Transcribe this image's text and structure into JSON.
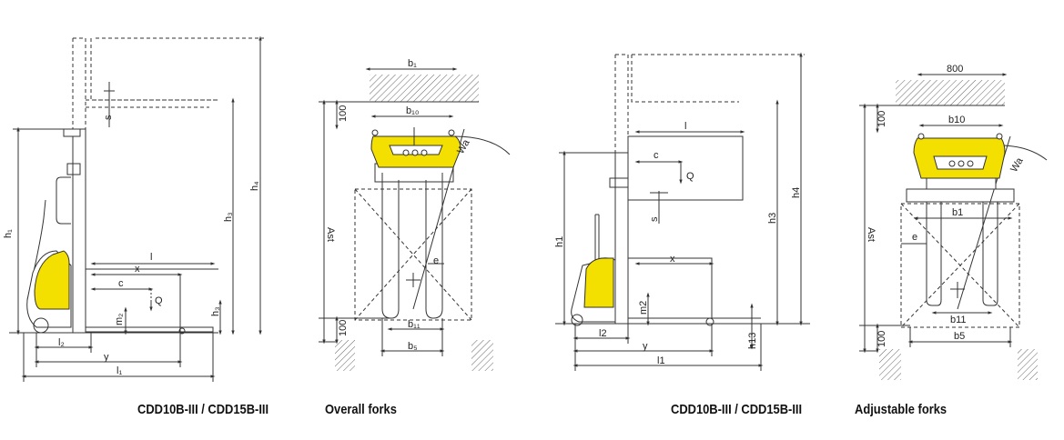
{
  "captions": {
    "left_model": "CDD10B-III / CDD15B-III",
    "left_type": "Overall forks",
    "right_model": "CDD10B-III / CDD15B-III",
    "right_type": "Adjustable forks"
  },
  "colors": {
    "body": "#f3e000",
    "line": "#333333",
    "hatch": "#666666"
  },
  "left_side": {
    "h1": "h₁",
    "h3": "h₃",
    "h4": "h₄",
    "h13": "h₃",
    "l": "l",
    "x": "x",
    "c": "c",
    "q": "Q",
    "s": "s",
    "m2": "m₂",
    "l2": "l₂",
    "y": "y",
    "l1": "l₁"
  },
  "left_front": {
    "b1": "b₁",
    "b10": "b₁₀",
    "wa": "Wa",
    "clear_top": "100",
    "ast": "Ast",
    "e": "e",
    "b11": "b₁₁",
    "clear_bottom": "100",
    "b5": "b₅"
  },
  "right_side": {
    "l": "l",
    "c": "c",
    "q": "Q",
    "s": "s",
    "x": "x",
    "h1": "h1",
    "h3": "h3",
    "h4": "h4",
    "m2": "m2",
    "h13": "h13",
    "l2": "l2",
    "y": "y",
    "l1": "l1"
  },
  "right_front": {
    "width_800": "800",
    "clear_top": "100",
    "b10": "b10",
    "wa": "Wa",
    "b1": "b1",
    "ast": "Ast",
    "e": "e",
    "b11": "b11",
    "clear_bottom": "100",
    "b5": "b5"
  }
}
